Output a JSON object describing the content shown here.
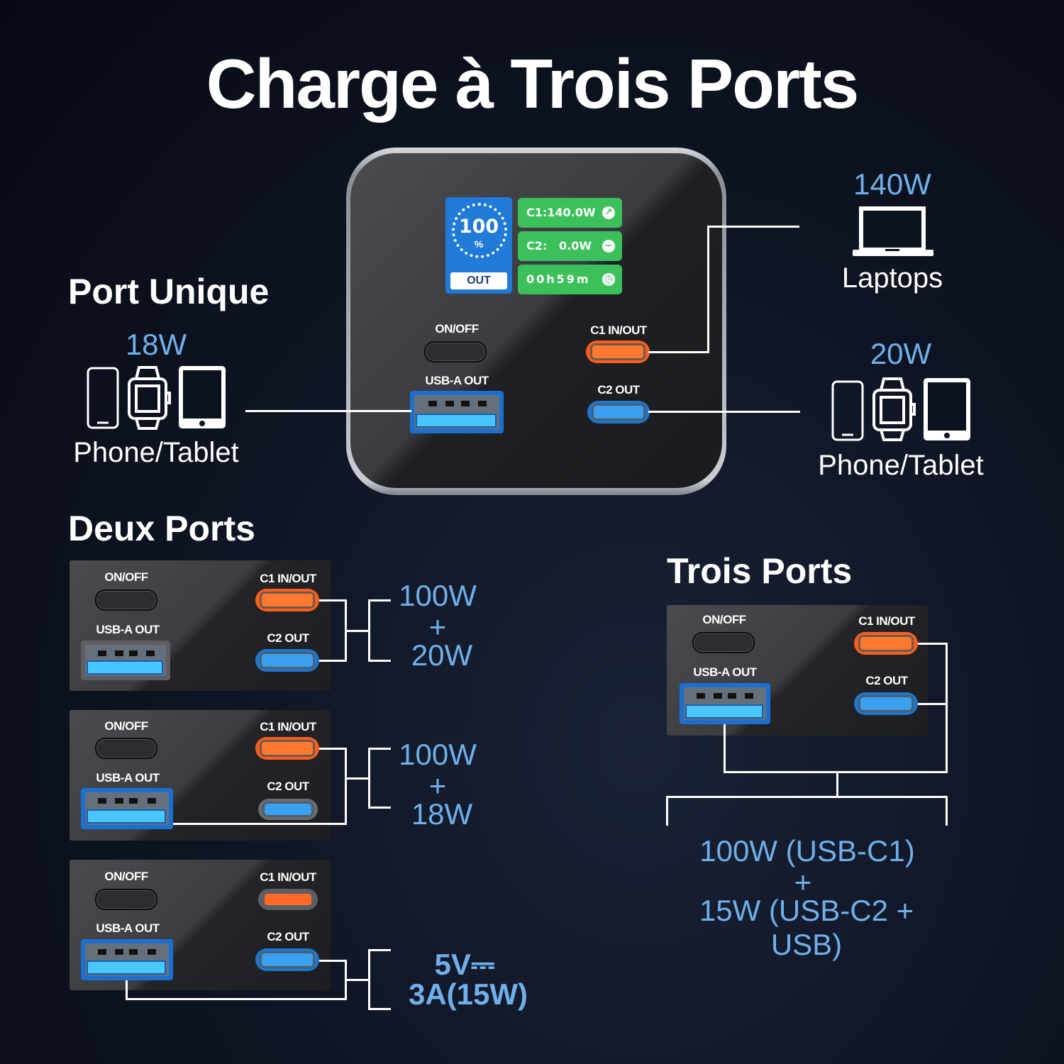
{
  "title": "Charge à Trois Ports",
  "device": {
    "battery_percent": "100",
    "percent_sign": "%",
    "mode_badge": "OUT",
    "readouts": [
      {
        "text": "C1:140.0W",
        "icon": "arrow-up-right-icon"
      },
      {
        "text": "C2:   0.0W",
        "icon": "minus-circle-icon"
      },
      {
        "text": "00h59m",
        "icon": "clock-icon"
      }
    ],
    "labels": {
      "onoff": "ON/OFF",
      "usba": "USB-A OUT",
      "c1": "C1 IN/OUT",
      "c2": "C2 OUT"
    }
  },
  "port_unique": {
    "heading": "Port Unique",
    "left": {
      "power": "18W",
      "label": "Phone/Tablet",
      "icons": [
        "phone-icon",
        "watch-icon",
        "tablet-icon"
      ]
    },
    "right_top": {
      "power": "140W",
      "label": "Laptops",
      "icons": [
        "laptop-icon"
      ]
    },
    "right_bottom": {
      "power": "20W",
      "label": "Phone/Tablet",
      "icons": [
        "phone-icon",
        "watch-icon",
        "tablet-icon"
      ]
    }
  },
  "deux_ports": {
    "heading": "Deux Ports",
    "configs": [
      {
        "line1": "100W",
        "plus": "+",
        "line2": "20W",
        "active": [
          "c1",
          "c2"
        ]
      },
      {
        "line1": "100W",
        "plus": "+",
        "line2": "18W",
        "active": [
          "c1",
          "usba"
        ]
      },
      {
        "line1": "5V⎓",
        "line2": "3A(15W)",
        "active": [
          "c2",
          "usba"
        ]
      }
    ]
  },
  "trois_ports": {
    "heading": "Trois Ports",
    "line1": "100W (USB-C1)",
    "plus": "+",
    "line2": "15W (USB-C2 + USB)",
    "active": [
      "c1",
      "c2",
      "usba"
    ]
  },
  "colors": {
    "background": "#0b101c",
    "accent_blue": "#6fb0ea",
    "c1_orange": "#ff5e1a",
    "port_blue": "#1d76cf",
    "screen_green": "#3cc05a",
    "screen_blue": "#1f7ad8"
  }
}
